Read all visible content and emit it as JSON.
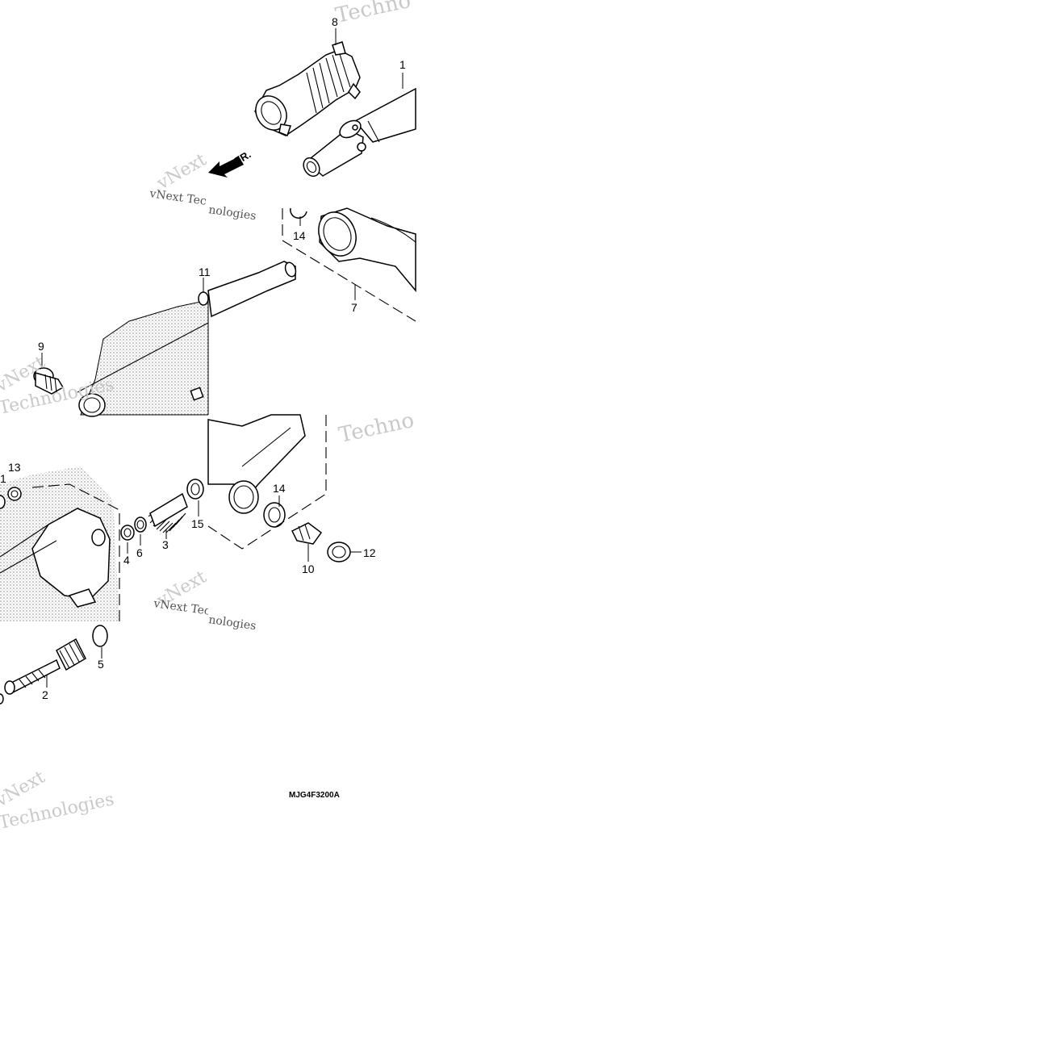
{
  "diagram": {
    "callouts": [
      {
        "id": "c8",
        "label": "8"
      },
      {
        "id": "c1",
        "label": "1"
      },
      {
        "id": "c14a",
        "label": "14"
      },
      {
        "id": "c7",
        "label": "7"
      },
      {
        "id": "c11",
        "label": "11"
      },
      {
        "id": "c9",
        "label": "9"
      },
      {
        "id": "c13",
        "label": "13"
      },
      {
        "id": "c14b",
        "label": "14"
      },
      {
        "id": "c15",
        "label": "15"
      },
      {
        "id": "c12",
        "label": "12"
      },
      {
        "id": "c10",
        "label": "10"
      },
      {
        "id": "c4",
        "label": "4"
      },
      {
        "id": "c6",
        "label": "6"
      },
      {
        "id": "c3",
        "label": "3"
      },
      {
        "id": "c5",
        "label": "5"
      },
      {
        "id": "c2",
        "label": "2"
      }
    ],
    "direction_label": "FR.",
    "figure_code": "MJG4F3200A",
    "watermark": {
      "brand": "vNext",
      "line1": "Techno",
      "line2": "vNext Tec",
      "line3": "Technologies",
      "line4": "nologies"
    }
  }
}
